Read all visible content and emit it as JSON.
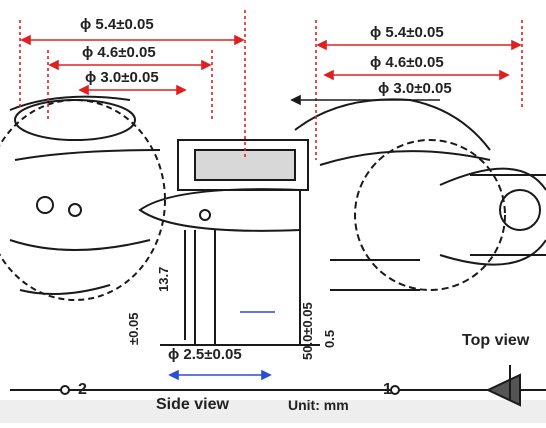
{
  "figure": {
    "left_block": {
      "outer_dia": "ϕ 5.4±0.05",
      "mid_dia": "ϕ 4.6±0.05",
      "inner_dia": "ϕ 3.0±0.05"
    },
    "right_block": {
      "outer_dia": "ϕ 5.4±0.05",
      "mid_dia": "ϕ 4.6±0.05",
      "inner_dia": "ϕ 3.0±0.05"
    },
    "bottom_dia": "ϕ 2.5±0.05",
    "side_dim_1": "13.7",
    "side_dim_2": "±0.05",
    "side_dim_3": "50.0±0.05",
    "side_dim_4": "0.5",
    "top_view_label": "Top view",
    "side_view_label": "Side view",
    "unit_label": "Unit: mm",
    "port_1": "1",
    "port_2": "2",
    "colors": {
      "dimension": "#e02020",
      "ink": "#1a1a1a",
      "blue_accent": "#2a4fd0"
    }
  }
}
